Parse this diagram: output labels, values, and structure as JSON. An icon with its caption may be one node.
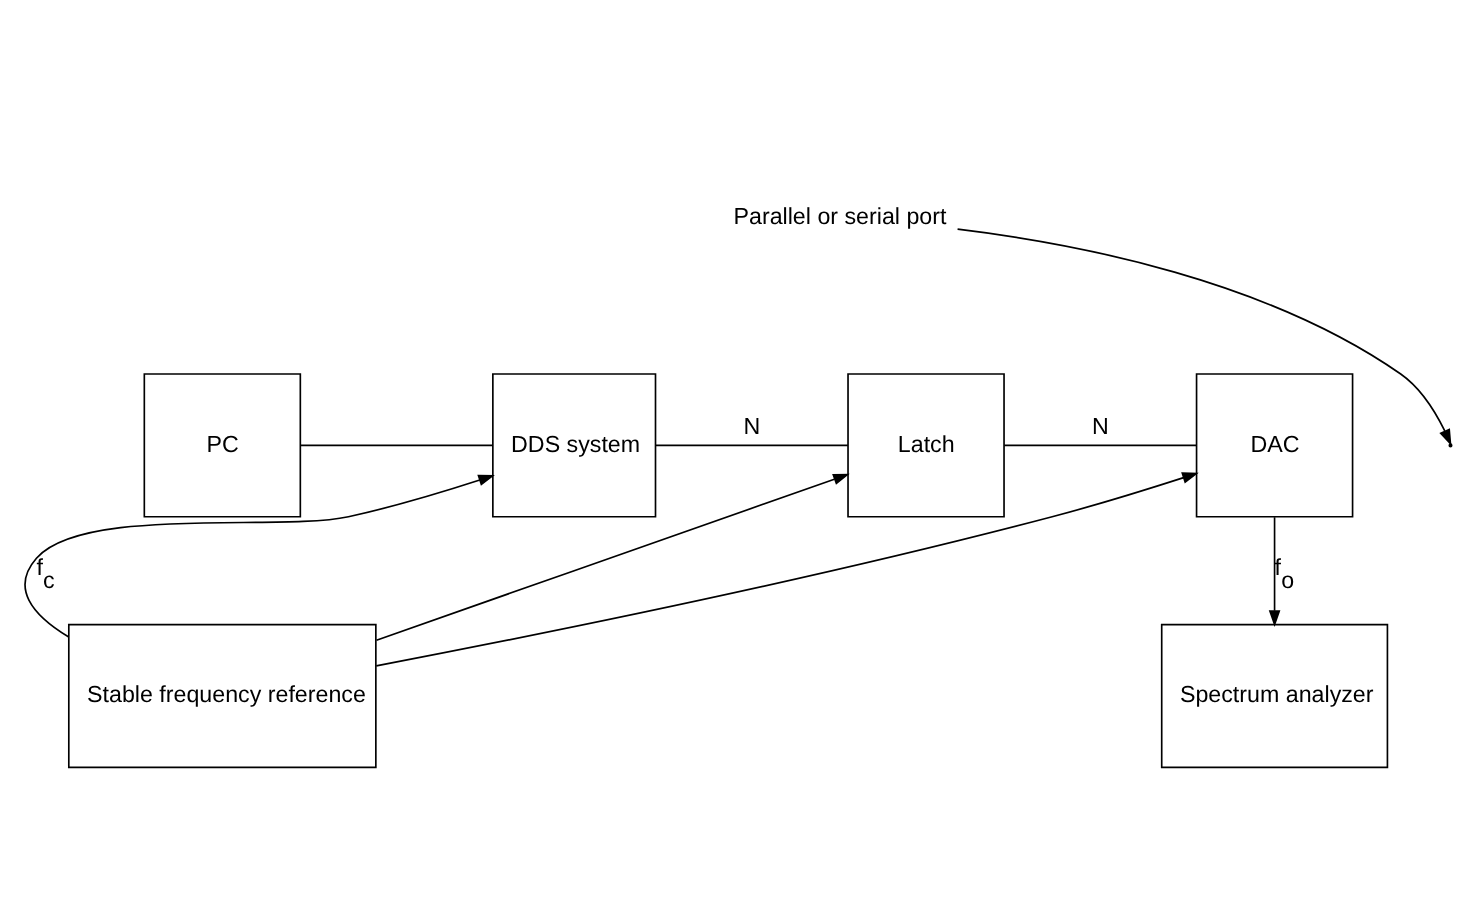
{
  "diagram": {
    "nodes": [
      {
        "text": [
          "PC"
        ]
      },
      {
        "text": [
          "DDS system"
        ]
      },
      {
        "text": [
          "Latch"
        ]
      },
      {
        "text": [
          "DAC"
        ]
      },
      {
        "text": [
          "Stable frequency reference"
        ]
      },
      {
        "text": [
          "Spectrum analyzer"
        ]
      },
      {
        "text": [
          "Parallel or serial port"
        ]
      }
    ],
    "edges": [
      {
        "from": 0,
        "to": 1,
        "arrow": "none"
      },
      {
        "from": 1,
        "to": 2,
        "arrow": "none",
        "label": "N"
      },
      {
        "from": 2,
        "to": 3,
        "arrow": "none",
        "label": "N"
      },
      {
        "from": 4,
        "to": 1,
        "arrow": "to",
        "label": "f$_{c}$"
      },
      {
        "from": 4,
        "to": 2,
        "arrow": "to"
      },
      {
        "from": 4,
        "to": 3,
        "arrow": "to"
      },
      {
        "from": 3,
        "to": 5,
        "arrow": "to",
        "label": "f$_{o}$"
      },
      {
        "from": 6,
        "to": null,
        "arrow": "to"
      }
    ]
  }
}
